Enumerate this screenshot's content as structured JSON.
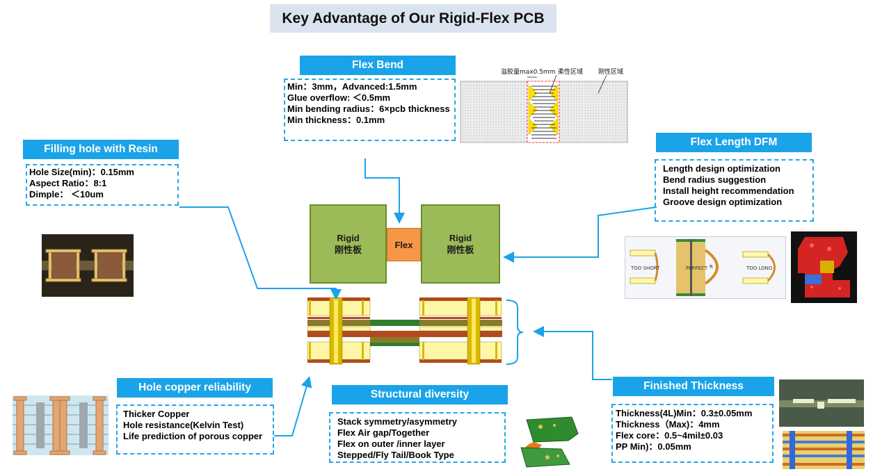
{
  "title": "Key Advantage of Our Rigid-Flex PCB",
  "flex_bend": {
    "header": "Flex Bend",
    "lines": [
      "Min：3mm，Advanced:1.5mm",
      "Glue overflow: ＜0.5mm",
      "Min bending radius：6×pcb thickness",
      "Min thickness：0.1mm"
    ],
    "figure_labels": {
      "overflow": "溢胶量max0.5mm",
      "flex_zone": "柔性区域",
      "rigid_zone": "刚性区域"
    }
  },
  "filling_hole": {
    "header": "Filling hole with Resin",
    "lines": [
      "Hole Size(min)：0.15mm",
      "Aspect Ratio：8:1",
      "Dimple： ＜10um"
    ]
  },
  "flex_length": {
    "header": "Flex Length DFM",
    "lines": [
      "Length design optimization",
      "Bend radius suggestion",
      "Install height recommendation",
      "Groove design optimization"
    ],
    "figure_labels": {
      "too_short": "TOO SHORT",
      "perfect": "PERFECT",
      "too_long": "TOO LONG",
      "r": "R"
    }
  },
  "center_diagram": {
    "rigid_left": {
      "line1": "Rigid",
      "line2": "刚性板"
    },
    "flex": "Flex",
    "rigid_right": {
      "line1": "Rigid",
      "line2": "刚性板"
    }
  },
  "hole_copper": {
    "header": "Hole copper reliability",
    "lines": [
      "Thicker Copper",
      "Hole resistance(Kelvin Test)",
      "Life prediction of porous copper"
    ]
  },
  "structural": {
    "header": "Structural diversity",
    "lines": [
      "Stack symmetry/asymmetry",
      "Flex Air gap/Together",
      "Flex on outer /inner layer",
      "Stepped/Fly Tail/Book Type"
    ]
  },
  "finished_thickness": {
    "header": "Finished Thickness",
    "lines": [
      "Thickness(4L)Min：0.3±0.05mm",
      "Thickness（Max)：4mm",
      "Flex core：0.5~4mil±0.03",
      "PP Min)：0.05mm"
    ]
  },
  "colors": {
    "header_blue": "#1aa3e8",
    "dash_blue": "#22a6e6",
    "rigid_green": "#9bbb59",
    "flex_orange": "#f79646",
    "title_bg": "#dbe3ef"
  }
}
